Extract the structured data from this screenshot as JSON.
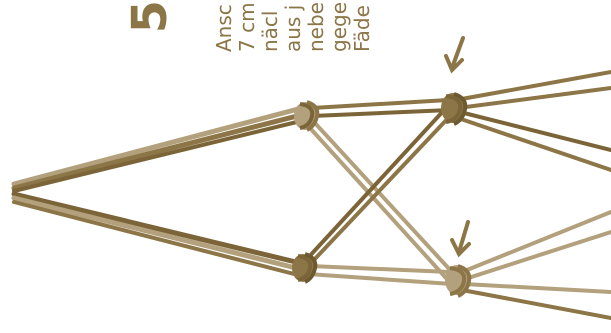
{
  "step": {
    "number": "5"
  },
  "instructions": {
    "lines": [
      "Ansc",
      "7 cm",
      "näcl",
      "aus j",
      "nebe",
      "gege",
      "Fäde"
    ]
  },
  "colors": {
    "accent": "#8c7546",
    "dark_cord": "#7b6538",
    "light_cord": "#b3a07c",
    "arrow": "#8c7546"
  },
  "icons": {
    "arrow_top": "arrow-down-left-icon",
    "arrow_bottom": "arrow-down-left-icon"
  }
}
